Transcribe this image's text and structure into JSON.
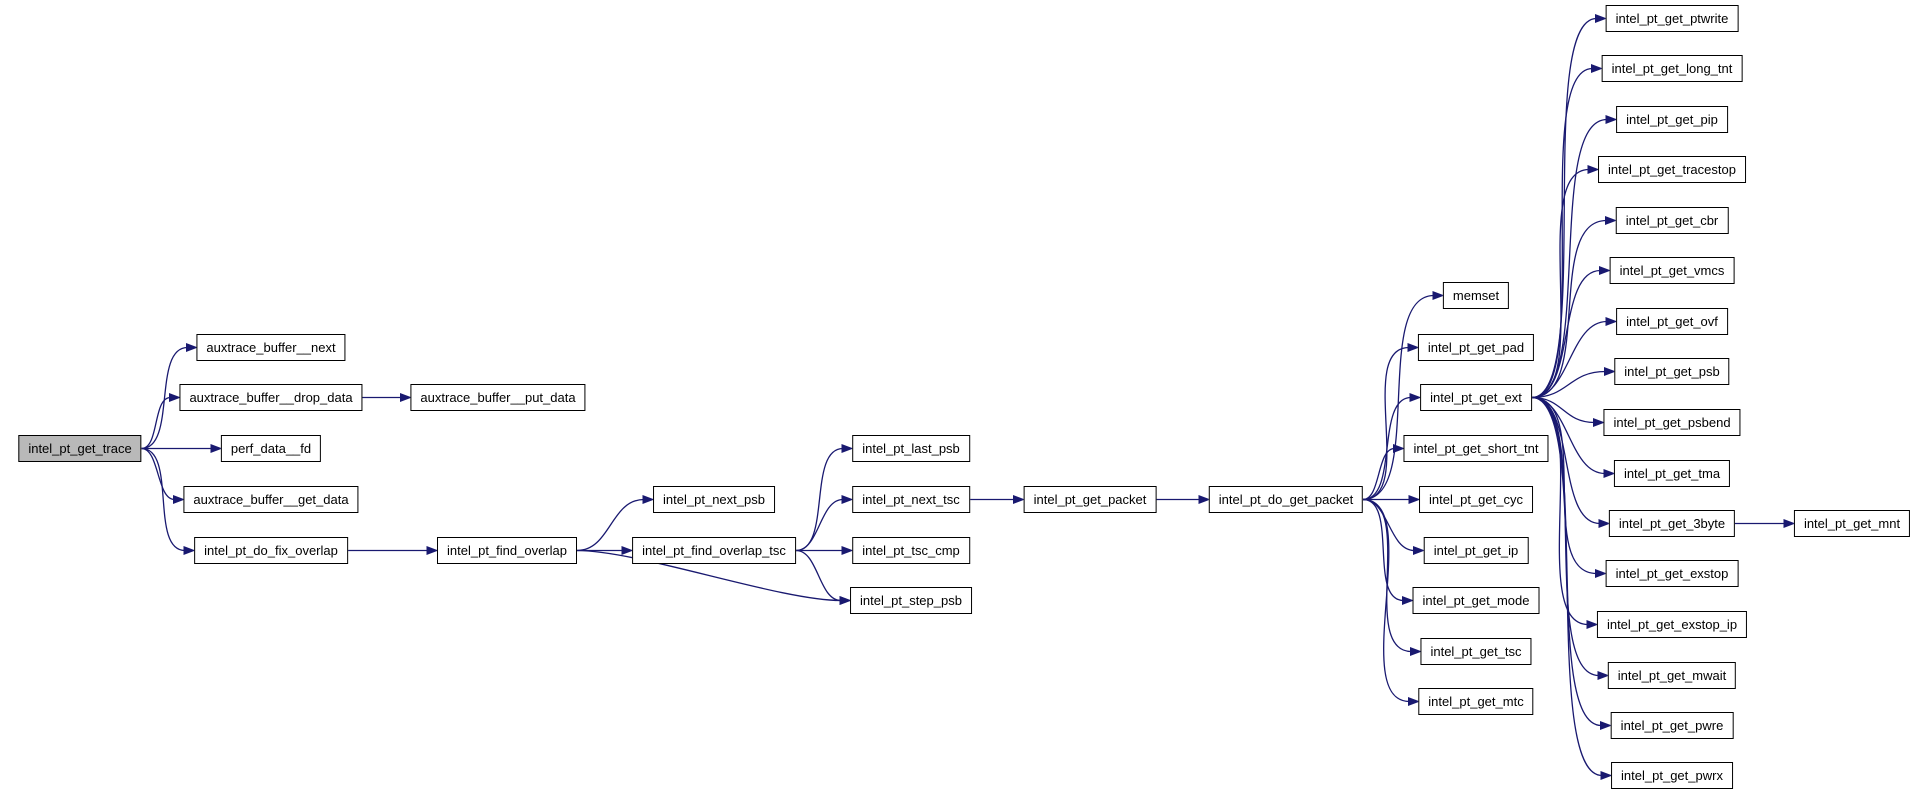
{
  "diagram": {
    "type": "call-graph",
    "root": "intel_pt_get_trace",
    "colors": {
      "edge": "#191970",
      "node_fill": "#ffffff",
      "node_border": "#000000",
      "root_fill": "#b9b9b9",
      "background": "#ffffff"
    }
  },
  "nodes": [
    {
      "id": "intel_pt_get_trace",
      "label": "intel_pt_get_trace",
      "root": true
    },
    {
      "id": "auxtrace_buffer__next",
      "label": "auxtrace_buffer__next"
    },
    {
      "id": "auxtrace_buffer__drop_data",
      "label": "auxtrace_buffer__drop_data"
    },
    {
      "id": "auxtrace_buffer__put_data",
      "label": "auxtrace_buffer__put_data"
    },
    {
      "id": "perf_data__fd",
      "label": "perf_data__fd"
    },
    {
      "id": "auxtrace_buffer__get_data",
      "label": "auxtrace_buffer__get_data"
    },
    {
      "id": "intel_pt_do_fix_overlap",
      "label": "intel_pt_do_fix_overlap"
    },
    {
      "id": "intel_pt_find_overlap",
      "label": "intel_pt_find_overlap"
    },
    {
      "id": "intel_pt_next_psb",
      "label": "intel_pt_next_psb"
    },
    {
      "id": "intel_pt_find_overlap_tsc",
      "label": "intel_pt_find_overlap_tsc"
    },
    {
      "id": "intel_pt_last_psb",
      "label": "intel_pt_last_psb"
    },
    {
      "id": "intel_pt_next_tsc",
      "label": "intel_pt_next_tsc"
    },
    {
      "id": "intel_pt_tsc_cmp",
      "label": "intel_pt_tsc_cmp"
    },
    {
      "id": "intel_pt_step_psb",
      "label": "intel_pt_step_psb"
    },
    {
      "id": "intel_pt_get_packet",
      "label": "intel_pt_get_packet"
    },
    {
      "id": "intel_pt_do_get_packet",
      "label": "intel_pt_do_get_packet"
    },
    {
      "id": "memset",
      "label": "memset"
    },
    {
      "id": "intel_pt_get_pad",
      "label": "intel_pt_get_pad"
    },
    {
      "id": "intel_pt_get_ext",
      "label": "intel_pt_get_ext"
    },
    {
      "id": "intel_pt_get_short_tnt",
      "label": "intel_pt_get_short_tnt"
    },
    {
      "id": "intel_pt_get_cyc",
      "label": "intel_pt_get_cyc"
    },
    {
      "id": "intel_pt_get_ip",
      "label": "intel_pt_get_ip"
    },
    {
      "id": "intel_pt_get_mode",
      "label": "intel_pt_get_mode"
    },
    {
      "id": "intel_pt_get_tsc",
      "label": "intel_pt_get_tsc"
    },
    {
      "id": "intel_pt_get_mtc",
      "label": "intel_pt_get_mtc"
    },
    {
      "id": "intel_pt_get_ptwrite",
      "label": "intel_pt_get_ptwrite"
    },
    {
      "id": "intel_pt_get_long_tnt",
      "label": "intel_pt_get_long_tnt"
    },
    {
      "id": "intel_pt_get_pip",
      "label": "intel_pt_get_pip"
    },
    {
      "id": "intel_pt_get_tracestop",
      "label": "intel_pt_get_tracestop"
    },
    {
      "id": "intel_pt_get_cbr",
      "label": "intel_pt_get_cbr"
    },
    {
      "id": "intel_pt_get_vmcs",
      "label": "intel_pt_get_vmcs"
    },
    {
      "id": "intel_pt_get_ovf",
      "label": "intel_pt_get_ovf"
    },
    {
      "id": "intel_pt_get_psb",
      "label": "intel_pt_get_psb"
    },
    {
      "id": "intel_pt_get_psbend",
      "label": "intel_pt_get_psbend"
    },
    {
      "id": "intel_pt_get_tma",
      "label": "intel_pt_get_tma"
    },
    {
      "id": "intel_pt_get_3byte",
      "label": "intel_pt_get_3byte"
    },
    {
      "id": "intel_pt_get_exstop",
      "label": "intel_pt_get_exstop"
    },
    {
      "id": "intel_pt_get_exstop_ip",
      "label": "intel_pt_get_exstop_ip"
    },
    {
      "id": "intel_pt_get_mwait",
      "label": "intel_pt_get_mwait"
    },
    {
      "id": "intel_pt_get_pwre",
      "label": "intel_pt_get_pwre"
    },
    {
      "id": "intel_pt_get_pwrx",
      "label": "intel_pt_get_pwrx"
    },
    {
      "id": "intel_pt_get_mnt",
      "label": "intel_pt_get_mnt"
    }
  ],
  "edges": [
    [
      "intel_pt_get_trace",
      "auxtrace_buffer__next"
    ],
    [
      "intel_pt_get_trace",
      "auxtrace_buffer__drop_data"
    ],
    [
      "intel_pt_get_trace",
      "perf_data__fd"
    ],
    [
      "intel_pt_get_trace",
      "auxtrace_buffer__get_data"
    ],
    [
      "intel_pt_get_trace",
      "intel_pt_do_fix_overlap"
    ],
    [
      "auxtrace_buffer__drop_data",
      "auxtrace_buffer__put_data"
    ],
    [
      "intel_pt_do_fix_overlap",
      "intel_pt_find_overlap"
    ],
    [
      "intel_pt_find_overlap",
      "intel_pt_next_psb"
    ],
    [
      "intel_pt_find_overlap",
      "intel_pt_find_overlap_tsc"
    ],
    [
      "intel_pt_find_overlap",
      "intel_pt_step_psb"
    ],
    [
      "intel_pt_find_overlap_tsc",
      "intel_pt_last_psb"
    ],
    [
      "intel_pt_find_overlap_tsc",
      "intel_pt_next_tsc"
    ],
    [
      "intel_pt_find_overlap_tsc",
      "intel_pt_tsc_cmp"
    ],
    [
      "intel_pt_find_overlap_tsc",
      "intel_pt_step_psb"
    ],
    [
      "intel_pt_next_tsc",
      "intel_pt_get_packet"
    ],
    [
      "intel_pt_get_packet",
      "intel_pt_do_get_packet"
    ],
    [
      "intel_pt_do_get_packet",
      "memset"
    ],
    [
      "intel_pt_do_get_packet",
      "intel_pt_get_pad"
    ],
    [
      "intel_pt_do_get_packet",
      "intel_pt_get_ext"
    ],
    [
      "intel_pt_do_get_packet",
      "intel_pt_get_short_tnt"
    ],
    [
      "intel_pt_do_get_packet",
      "intel_pt_get_cyc"
    ],
    [
      "intel_pt_do_get_packet",
      "intel_pt_get_ip"
    ],
    [
      "intel_pt_do_get_packet",
      "intel_pt_get_mode"
    ],
    [
      "intel_pt_do_get_packet",
      "intel_pt_get_tsc"
    ],
    [
      "intel_pt_do_get_packet",
      "intel_pt_get_mtc"
    ],
    [
      "intel_pt_get_ext",
      "intel_pt_get_ptwrite"
    ],
    [
      "intel_pt_get_ext",
      "intel_pt_get_long_tnt"
    ],
    [
      "intel_pt_get_ext",
      "intel_pt_get_pip"
    ],
    [
      "intel_pt_get_ext",
      "intel_pt_get_tracestop"
    ],
    [
      "intel_pt_get_ext",
      "intel_pt_get_cbr"
    ],
    [
      "intel_pt_get_ext",
      "intel_pt_get_vmcs"
    ],
    [
      "intel_pt_get_ext",
      "intel_pt_get_ovf"
    ],
    [
      "intel_pt_get_ext",
      "intel_pt_get_psb"
    ],
    [
      "intel_pt_get_ext",
      "intel_pt_get_psbend"
    ],
    [
      "intel_pt_get_ext",
      "intel_pt_get_tma"
    ],
    [
      "intel_pt_get_ext",
      "intel_pt_get_3byte"
    ],
    [
      "intel_pt_get_ext",
      "intel_pt_get_exstop"
    ],
    [
      "intel_pt_get_ext",
      "intel_pt_get_exstop_ip"
    ],
    [
      "intel_pt_get_ext",
      "intel_pt_get_mwait"
    ],
    [
      "intel_pt_get_ext",
      "intel_pt_get_pwre"
    ],
    [
      "intel_pt_get_ext",
      "intel_pt_get_pwrx"
    ],
    [
      "intel_pt_get_3byte",
      "intel_pt_get_mnt"
    ]
  ]
}
